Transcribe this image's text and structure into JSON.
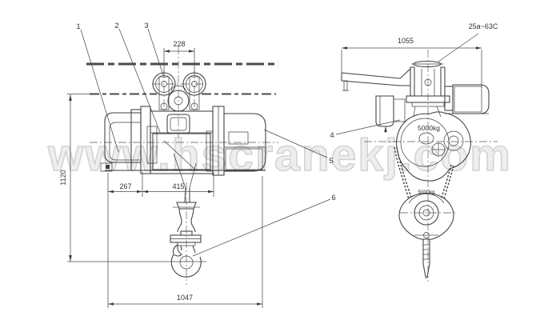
{
  "drawing_type": "electric-wire-rope-hoist-dimension-drawing",
  "watermark": "www.hscranekj.com",
  "dims": {
    "wheel_gauge": "228",
    "trolley_length": "1055",
    "lift_height": "1120",
    "left_offset": "267",
    "drum_length": "415",
    "overall_width": "1047"
  },
  "beam_spec": "25a~63C",
  "capacity": {
    "gear_case": "5000kg",
    "hook_block": "5000kg"
  },
  "parts": {
    "n1": "1",
    "n2": "2",
    "n3": "3",
    "n4": "4",
    "n5": "5",
    "n6": "6"
  }
}
